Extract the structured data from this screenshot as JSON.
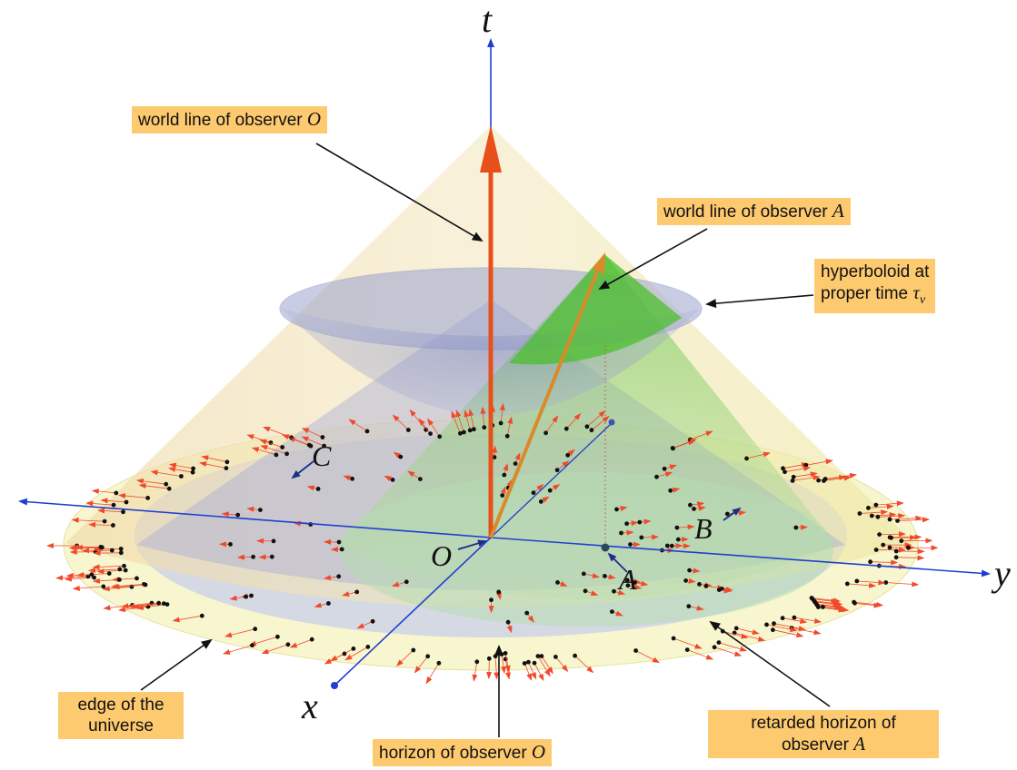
{
  "labels": {
    "world_line_O": {
      "text": "world line of observer ",
      "var": "O"
    },
    "world_line_A": {
      "text": "world line of observer ",
      "var": "A"
    },
    "hyperboloid": {
      "line1": "hyperboloid at",
      "line2": "proper time ",
      "var": "τ",
      "sub": "ν"
    },
    "edge": {
      "line1": "edge of the",
      "line2": "universe"
    },
    "horizon_O": {
      "text": "horizon of observer ",
      "var": "O"
    },
    "retarded": {
      "line1": "retarded horizon of",
      "line2": "observer ",
      "var": "A"
    }
  },
  "axes": {
    "t": "t",
    "x": "x",
    "y": "y"
  },
  "points": {
    "O": "O",
    "A": "A",
    "B": "B",
    "C": "C"
  },
  "colors": {
    "label_bg": "#fdca70",
    "axis": "#1f3fcf",
    "world_line": "#e8501a",
    "world_line_A": "#d98a2a",
    "cone": "#f3e6b0",
    "hyperboloid": "#8d95c8",
    "green_cone": "#6fc54f",
    "disk_ring": "#f6f5c8",
    "dots": "#111111",
    "velocity_arrows": "#f04a2a"
  }
}
